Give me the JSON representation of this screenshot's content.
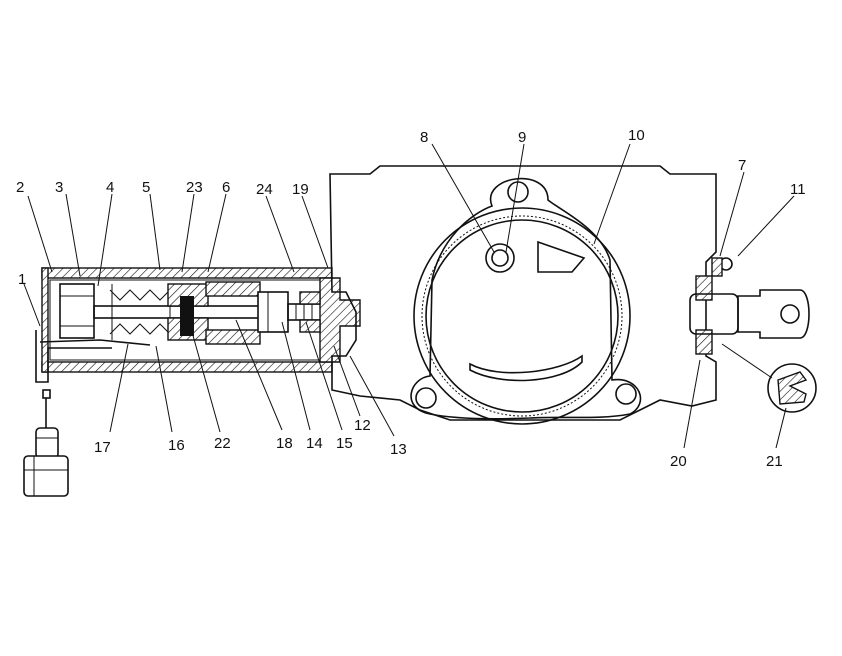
{
  "diagram": {
    "callouts": [
      "1",
      "2",
      "3",
      "4",
      "5",
      "23",
      "6",
      "24",
      "19",
      "17",
      "16",
      "22",
      "18",
      "14",
      "15",
      "12",
      "13",
      "8",
      "9",
      "10",
      "7",
      "11",
      "20",
      "21"
    ]
  }
}
